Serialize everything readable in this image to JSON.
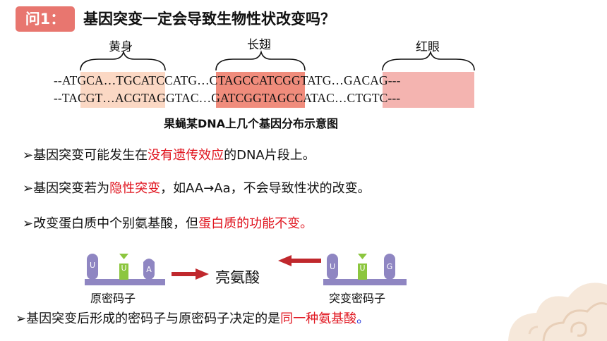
{
  "question_badge": "问1：",
  "title": "基因突变一定会导致生物性状改变吗？",
  "gene_labels": [
    "黄身",
    "长翅",
    "红眼"
  ],
  "dna": {
    "strand1": [
      "--AT",
      "GCA…TGCA",
      "TCCAT",
      "G…CTAGCC",
      "ATCGGTAT",
      "G…GACAG",
      "---"
    ],
    "strand2": [
      "--TA",
      "CGT…ACGT",
      "AGGTA",
      "C…GATCGG",
      "TAGCCATA",
      "C…CTGTC",
      "---"
    ]
  },
  "caption": "果蝇某DNA上几个基因分布示意图",
  "bullets": [
    {
      "symbol": "➢",
      "pre": "基因突变可能发生在",
      "highlight": "没有遗传效应",
      "post": "的DNA片段上。"
    },
    {
      "symbol": "➢",
      "pre": "基因突变若为",
      "highlight": "隐性突变",
      "post": "，如AA→Aa，不会导致性状的改变。"
    },
    {
      "symbol": "➢",
      "pre": "改变蛋白质中个别氨基酸，但",
      "highlight": "蛋白质的功能不变。",
      "post": ""
    }
  ],
  "codon_original": {
    "letters": [
      "U",
      "U",
      "A"
    ],
    "label": "原密码子"
  },
  "codon_mutant": {
    "letters": [
      "U",
      "U",
      "G"
    ],
    "label": "突变密码子"
  },
  "amino_acid": "亮氨酸",
  "last_bullet": {
    "symbol": "➢",
    "pre": "基因突变后形成的密码子与原密码子决定的是",
    "highlight": "同一种氨基酸",
    "post": "。"
  },
  "colors": {
    "badge": "#e8766f",
    "highlight_red": "#e0141e",
    "period_blue": "#1a2bd6",
    "gene_yellow": "#fbd8c4",
    "gene_wing": "#f08c7c",
    "gene_eye": "#f4b4b0",
    "arrow": "#c0282d",
    "codon_purple": "#8f86c2",
    "codon_green": "#8cc63f"
  }
}
